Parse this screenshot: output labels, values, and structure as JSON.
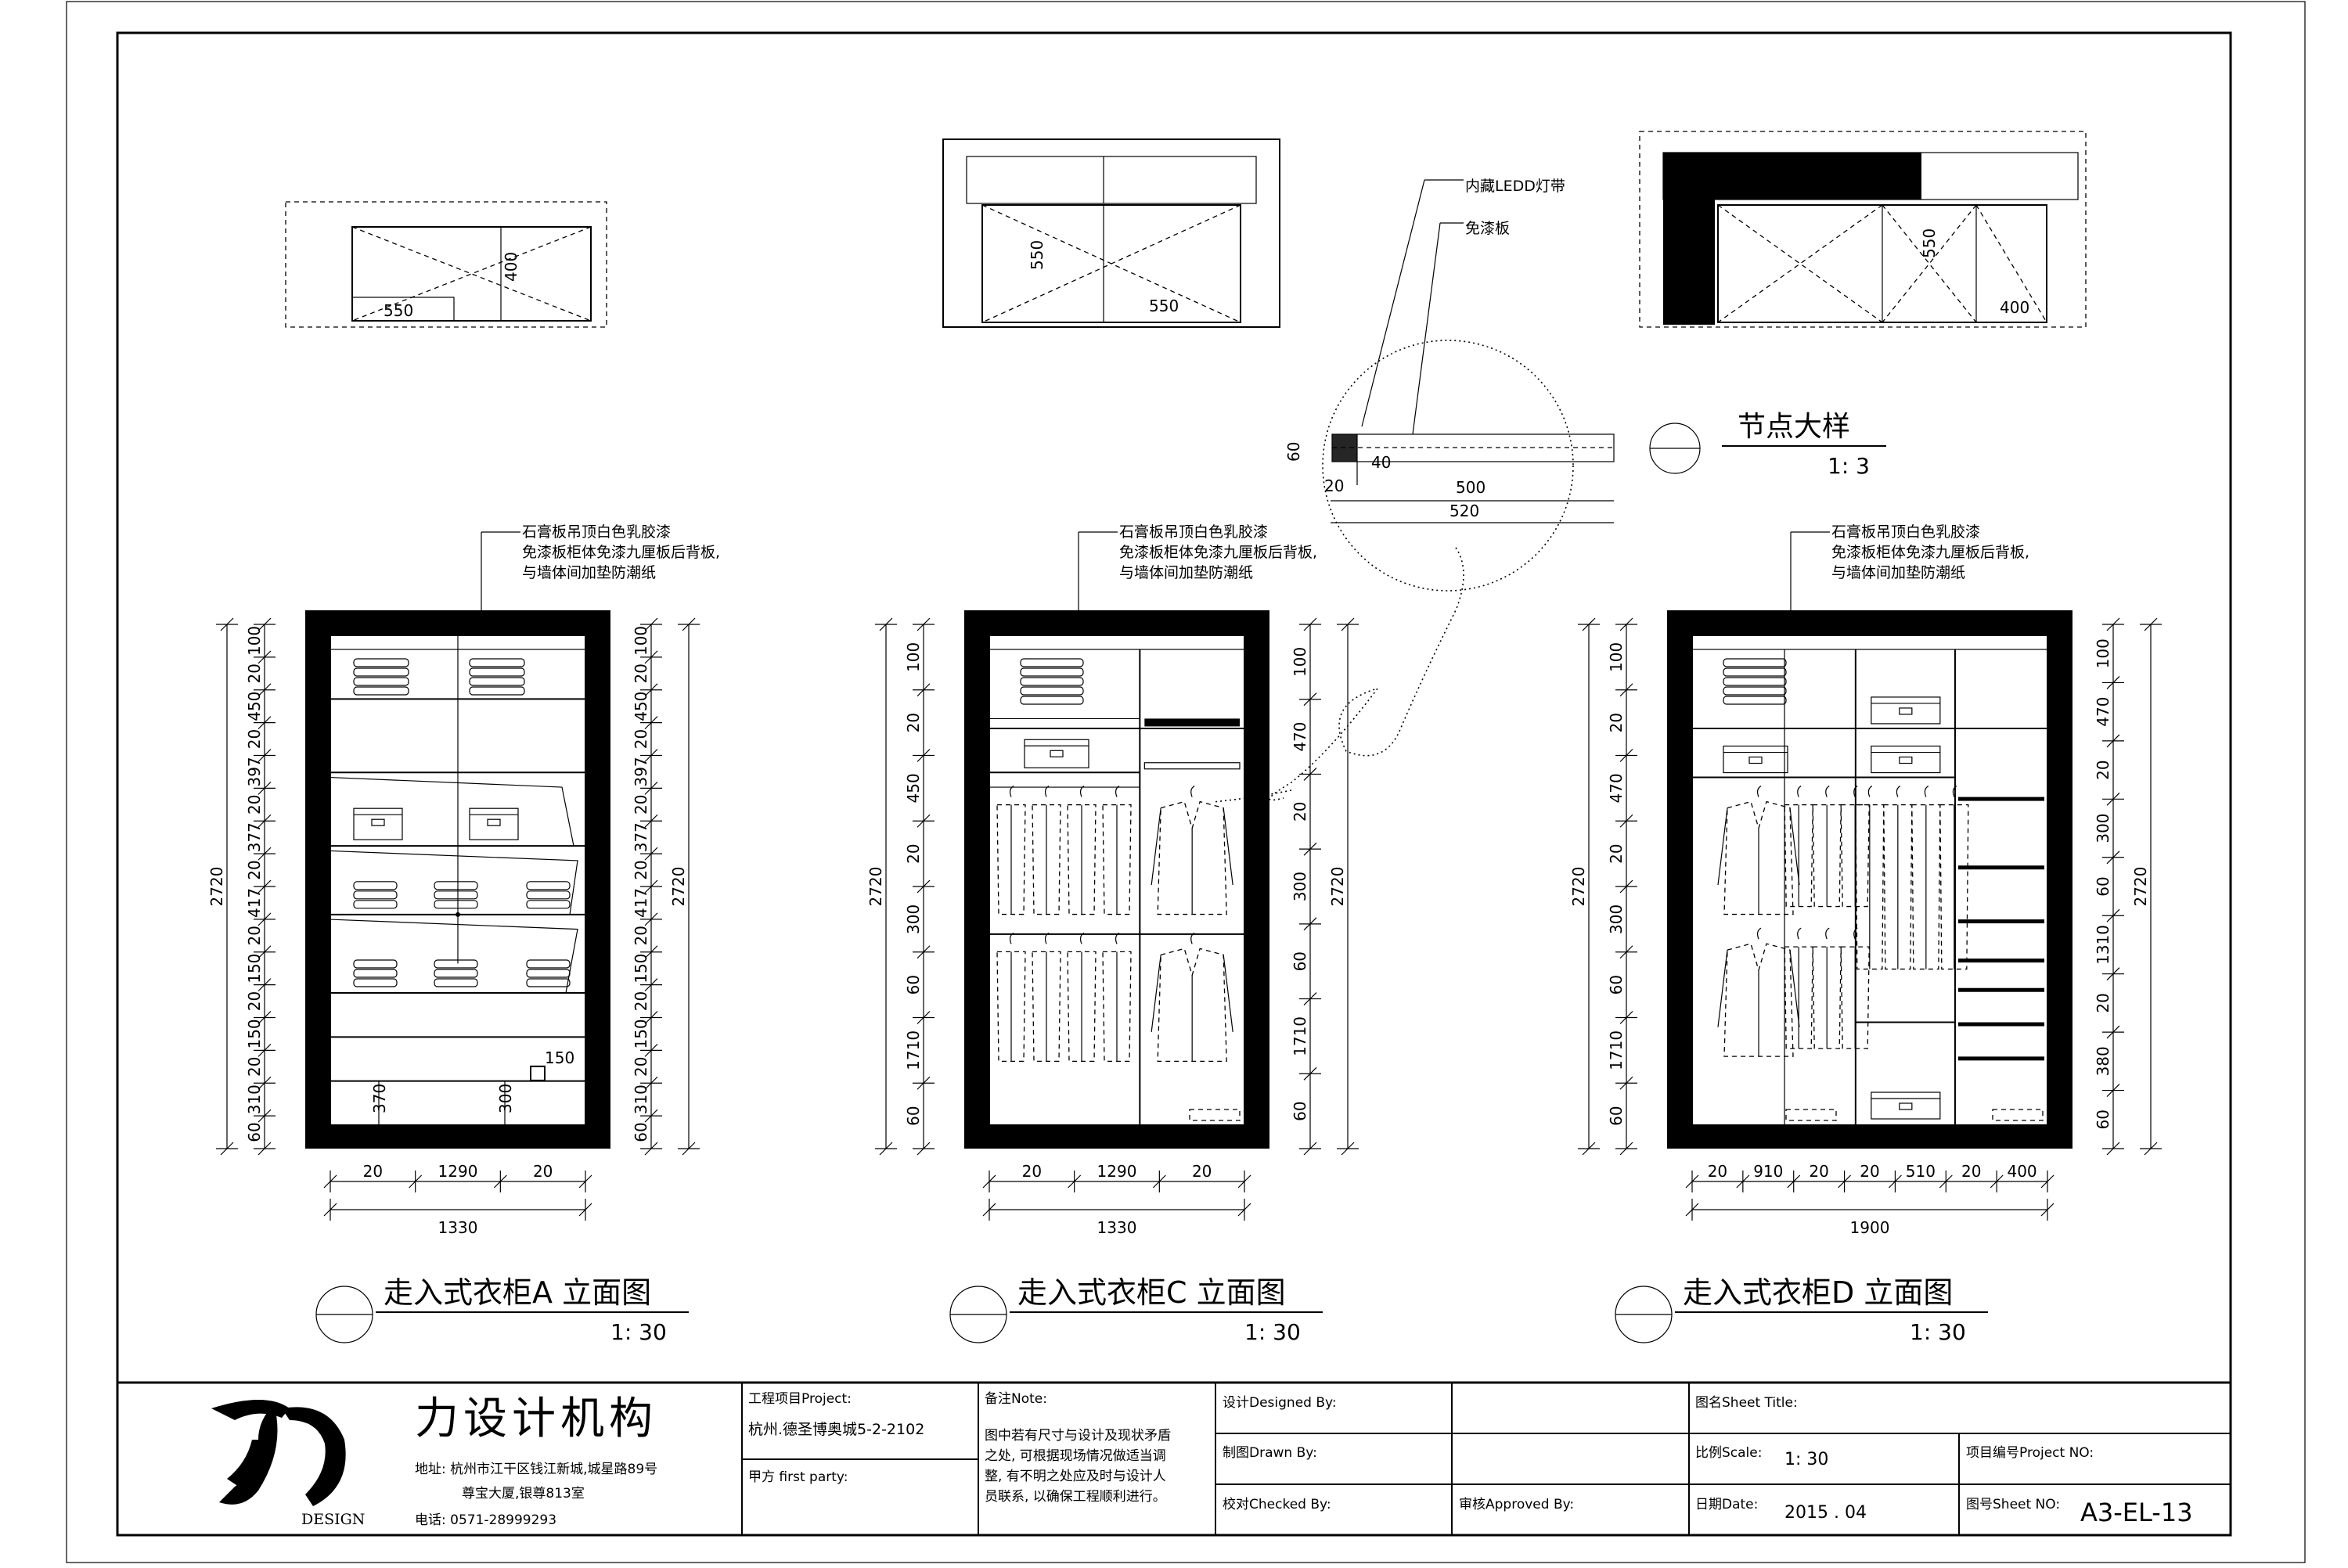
{
  "plans": {
    "a": {
      "d1": "550",
      "d2": "400"
    },
    "c": {
      "d1": "550",
      "d2": "550"
    },
    "d": {
      "d1": "550",
      "d2": "400"
    }
  },
  "node_detail": {
    "title": "节点大样",
    "scale": "1: 3",
    "label_led": "内藏LEDD灯带",
    "label_board": "免漆板",
    "d60": "60",
    "d20": "20",
    "d40": "40",
    "d500": "500",
    "d520": "520"
  },
  "elev_notes": {
    "line1": "石膏板吊顶白色乳胶漆",
    "line2": "免漆板柜体免漆九厘板后背板,",
    "line3": "与墙体间加垫防潮纸"
  },
  "elevations": [
    {
      "id": "a",
      "title": "走入式衣柜A 立面图",
      "scale": "1: 30",
      "left_dims": [
        "100",
        "20",
        "450",
        "20",
        "397",
        "20",
        "377",
        "20",
        "417",
        "20",
        "150",
        "20",
        "150",
        "20",
        "310",
        "60"
      ],
      "left_total": "2720",
      "right_dims": [
        "100",
        "20",
        "450",
        "20",
        "397",
        "20",
        "377",
        "20",
        "417",
        "20",
        "150",
        "20",
        "150",
        "20",
        "310",
        "60"
      ],
      "right_total": "2720",
      "bottom_dims": [
        "20",
        "1290",
        "20"
      ],
      "bottom_total": "1330",
      "inner_dims": [
        "370",
        "300",
        "150"
      ]
    },
    {
      "id": "c",
      "title": "走入式衣柜C 立面图",
      "scale": "1: 30",
      "left_dims": [
        "100",
        "20",
        "450",
        "20",
        "300",
        "60",
        "1710",
        "60"
      ],
      "left_total": "2720",
      "right_dims": [
        "100",
        "470",
        "20",
        "300",
        "60",
        "1710",
        "60"
      ],
      "right_total": "2720",
      "bottom_dims": [
        "20",
        "1290",
        "20"
      ],
      "bottom_total": "1330",
      "inner_dims": []
    },
    {
      "id": "d",
      "title": "走入式衣柜D 立面图",
      "scale": "1: 30",
      "left_dims": [
        "100",
        "20",
        "470",
        "20",
        "300",
        "60",
        "1710",
        "60"
      ],
      "left_total": "2720",
      "right_dims": [
        "100",
        "470",
        "20",
        "300",
        "60",
        "1310",
        "20",
        "380",
        "60"
      ],
      "right_total": "2720",
      "bottom_dims": [
        "20",
        "910",
        "20",
        "20",
        "510",
        "20",
        "400"
      ],
      "bottom_total": "1900",
      "inner_dims": []
    }
  ],
  "title_block": {
    "company": "力设计机构",
    "logo_text": "DESIGN",
    "address_line1": "地址: 杭州市江干区钱江新城,城星路89号",
    "address_line2": "尊宝大厦,银尊813室",
    "phone": "电话: 0571-28999293",
    "project_label": "工程项目Project:",
    "project_value": "杭州.德圣博奥城5-2-2102",
    "party_label": "甲方 first party:",
    "note_label": "备注Note:",
    "note_text": [
      "图中若有尺寸与设计及现状矛盾",
      "之处, 可根据现场情况做适当调",
      "整, 有不明之处应及时与设计人",
      "员联系, 以确保工程顺利进行。"
    ],
    "designed_label": "设计Designed By:",
    "drawn_label": "制图Drawn By:",
    "checked_label": "校对Checked By:",
    "approved_label": "审核Approved By:",
    "sheet_title_label": "图名Sheet Title:",
    "scale_label": "比例Scale:",
    "scale_value": "1: 30",
    "project_no_label": "项目编号Project NO:",
    "date_label": "日期Date:",
    "date_value": "2015 . 04",
    "sheet_no_label": "图号Sheet NO:",
    "sheet_no_value": "A3-EL-13"
  }
}
